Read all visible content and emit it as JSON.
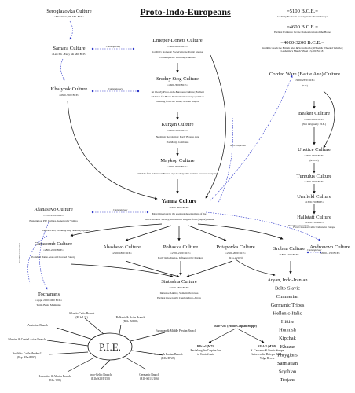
{
  "title": "Proto-Indo-Europeans",
  "timeline": [
    {
      "date": "=5100 B.C.E.=",
      "desc": "1st Truly Nomadic Society in the Pontic Steppe"
    },
    {
      "date": "=4600 B.C.E.=",
      "desc": "Earliest Evidence for the Domestication of the Horse"
    },
    {
      "date": "=4000-3200 B.C.E.=",
      "desc": "Neolithic reach the British Isles & Scandinavia; Wheel & Wheeled Vehicles; Lakhaima's Marsh Wheel ~3,200 B.C.E."
    }
  ],
  "nodes": {
    "seroglazovka": {
      "name": "Seroglazovka Culture",
      "sub": "=Mesolithic, 7th Mil. BCE="
    },
    "samara": {
      "name": "Samara Culture",
      "sub": "=Late 6th - Early 5th Mil. BCE="
    },
    "khalynsk": {
      "name": "Khalynsk Culture",
      "sub": "=4500-3500 BCE="
    },
    "dnieper": {
      "name": "Dnieper-Donets Culture",
      "sub": "=5400-4500 BCE=",
      "note1": "1st Truly Nomadic Society in the Pontic Steppe",
      "note2": "Contemporary with Bug-Dniester"
    },
    "sredny": {
      "name": "Sredny Stog Culture",
      "sub": "=4600-3900 BCE=",
      "note1": "1st Clearly Proto-Indo-European Culture; Earliest",
      "note2": "evidence for Horse Domestication and population",
      "note3": "blending from the valley of adult dragon"
    },
    "kurgan": {
      "name": "Kurgan Culture",
      "sub": "=4200-3300 BCE=",
      "note1": "Neolithic Revolution; Early Bronze Age",
      "note2": "Pre-Marija Gimbutas"
    },
    "maykop": {
      "name": "Maykop Culture",
      "sub": "=3700-3000 BCE=",
      "note1": "World's first Advanced Bronze Age Society able to mine produce weapons"
    },
    "yamna": {
      "name": "Yamna Culture",
      "sub": "=3300-2600 BCE=",
      "note1": "Most important in the eventual development of the",
      "note2": "Indo-European Society; Introduced Wagons from (steppe) means"
    },
    "afanasevo": {
      "name": "Afanasevo Culture",
      "sub": "=3700-2500 BCE=",
      "note1": "Easternmost PIE Culture, Genetically Yamna"
    },
    "catacomb": {
      "name": "Catacomb Culture",
      "sub": "=2800-2200 BCE=",
      "note1": "Polished Battle Axes and Corded Pottery"
    },
    "abashevo": {
      "name": "Abashevo Culture",
      "sub": "=2500-1800 BCE="
    },
    "poltavka": {
      "name": "Poltavka Culture",
      "sub": "=2700-2100 BCE=",
      "note1": "Early Indo-Iranian, Influenced by Maykop"
    },
    "potapovka": {
      "name": "Potapovka Culture",
      "sub": "=2500-2000 BCE=",
      "sub2": "(R1a-Z2103)"
    },
    "srubna": {
      "name": "Srubna Culture",
      "sub": "=1800-1200 BCE="
    },
    "andronovo": {
      "name": "Andronovo Culture",
      "sub": "=2000-1150 BCE="
    },
    "sintashta": {
      "name": "Sintashta Culture",
      "sub": "=2100-1800 BCE=",
      "note1": "Intrusive Animal, Somatic-Petrovka",
      "note2": "Earliest known War Chariots Indo-Aryan"
    },
    "tochanans": {
      "name": "Tochanans",
      "sub": "=Appr. 2000-1000 BCE=",
      "note1": "Tarim Basin Mummies"
    },
    "corded": {
      "name": "Corded Ware (Battle Axe) Culture",
      "sub": "=3000-2350 BCE=",
      "sub2": "(R1a)"
    },
    "beaker": {
      "name": "Beaker Culture",
      "sub": "=2800-1800 BCE=",
      "sub2": "(Not Originally P.I.E.)"
    },
    "unetice": {
      "name": "Unetice Culture",
      "sub": "=2300-1600 BCE=",
      "sub2": "(R1b-U)"
    },
    "tumulus": {
      "name": "Tumulus Culture",
      "sub": "=1600-1200 BCE="
    },
    "urnfield": {
      "name": "Urnfield Culture",
      "sub": "=1300-750 BCE="
    },
    "hallstatt": {
      "name": "Hallstatt Culture",
      "sub": "=1200-750 BCE=",
      "note1": "First Classical Celtic Culture in Europe"
    }
  },
  "edge_labels": {
    "contemporary": "Contemporary",
    "possible": "Possible Connection",
    "future_disp": "Future Dispersal",
    "shared": "Shared Traits, Including deep Skulldolycephalic"
  },
  "descendants": [
    "Aryan, Indo-Iranian",
    "Balto-Slavic",
    "Cimmerian",
    "Germanic Tribes",
    "Hellenic-Italic",
    "Hittite",
    "Hunnish",
    "Kipchak",
    "Khazar",
    "Phrygians",
    "Sarmatian",
    "Scythian",
    "Trojans"
  ],
  "pie": {
    "label": "P.I.E.",
    "branches": [
      {
        "name": "Atlantic-Celtic Branch",
        "sub": "(R1b-L21)"
      },
      {
        "name": "Balkanic & Asian Branch",
        "sub": "(R1b-Z2103)"
      },
      {
        "name": "Anatolian Branch",
        "sub": ""
      },
      {
        "name": "European & Middle Persian Branch",
        "sub": ""
      },
      {
        "name": "Siberian & Central Asian Branch",
        "sub": ""
      },
      {
        "name": "Neolithic Cattle Herders?",
        "sub": "(Esp. R1a-P297)"
      },
      {
        "name": "Gascon & Iberian Branch",
        "sub": "(R1b-DF27)"
      },
      {
        "name": "Levantine & Altaica Branch",
        "sub": "(R1b-V88)"
      },
      {
        "name": "Indo-Celtic Branch",
        "sub": "(R1b-S28/U152)"
      },
      {
        "name": "Germanic Branch",
        "sub": "(R1b-S21/U106)"
      }
    ],
    "r1b": {
      "name": "R1b-P297 (Pontic-Caspian-Steppe)"
    },
    "m73": {
      "name": "R1b1a1 (M73)",
      "sub1": "East along the Caspian Sea",
      "sub2": "to Central Asia"
    },
    "m269": {
      "name": "R1b1a2 (M269)",
      "sub1": "N. Caucasus & Pontic Steppe",
      "sub2": "between the Dnieper & the",
      "sub3": "Volga Rivers"
    }
  }
}
